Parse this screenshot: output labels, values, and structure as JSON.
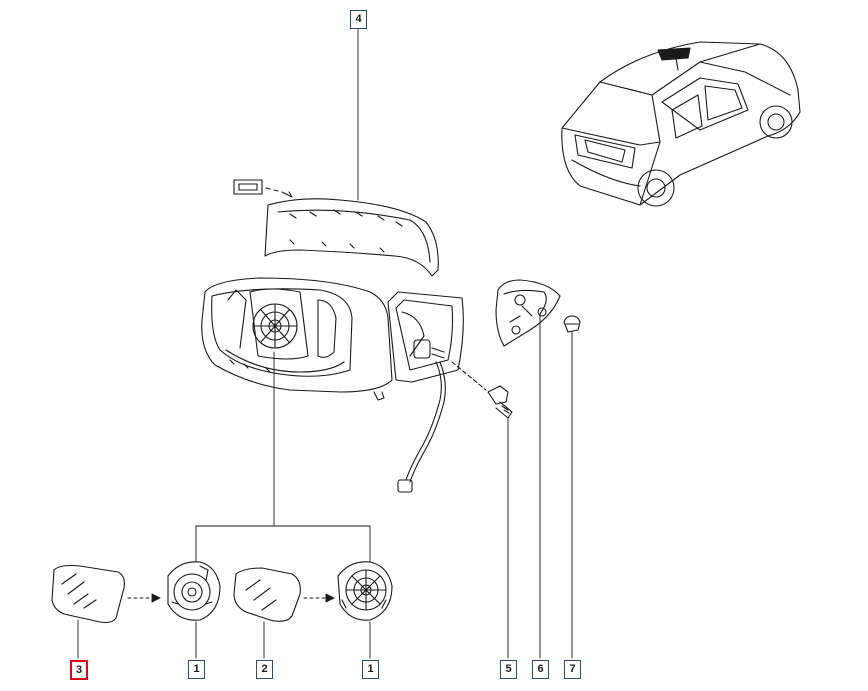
{
  "diagram": {
    "colors": {
      "ink": "#1a1a1a",
      "callout_border": "#2f4a6b",
      "highlight": "#e0001a"
    },
    "callouts": {
      "c1a": "1",
      "c1b": "1",
      "c2": "2",
      "c3": "3",
      "c4": "4",
      "c5": "5",
      "c6": "6",
      "c7": "7"
    },
    "highlighted_part": "3"
  }
}
